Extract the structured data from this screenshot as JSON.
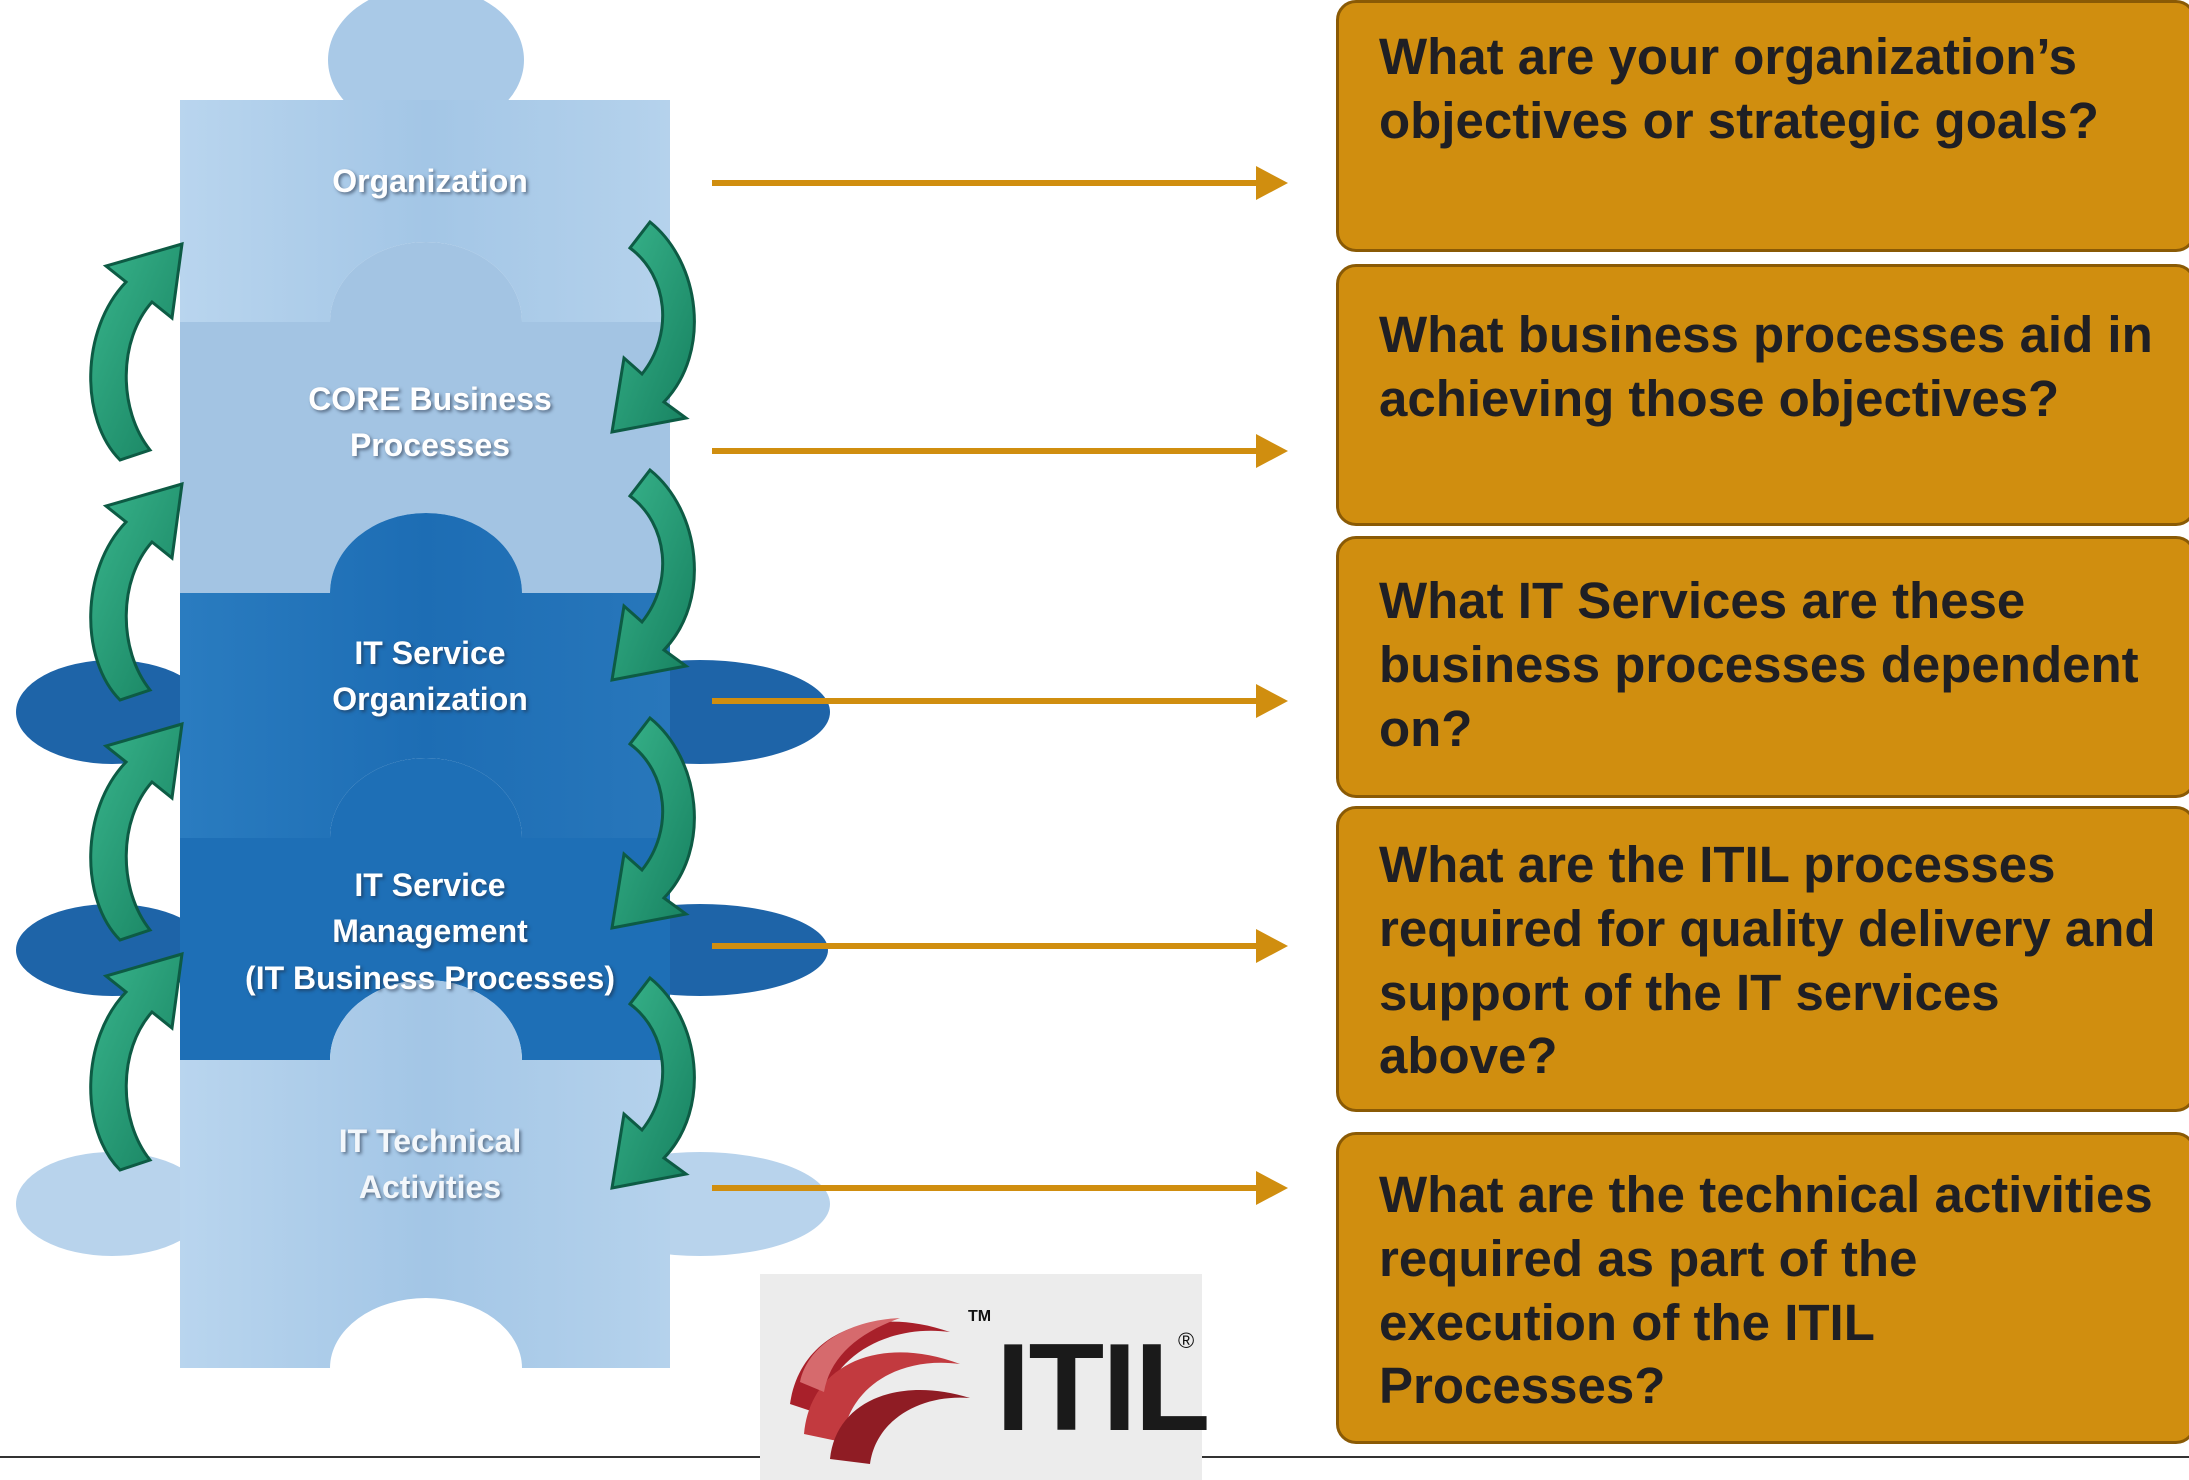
{
  "puzzle": {
    "pieces": [
      {
        "label": "Organization"
      },
      {
        "label": "CORE Business\nProcesses"
      },
      {
        "label": "IT Service\nOrganization"
      },
      {
        "label": "IT Service\nManagement\n(IT Business Processes)"
      },
      {
        "label": "IT Technical\nActivities"
      }
    ]
  },
  "questions": [
    {
      "text": "What are your organization’s objectives or strategic goals?"
    },
    {
      "text": "What business processes aid in achieving those objectives?"
    },
    {
      "text": "What IT Services are these business processes dependent on?"
    },
    {
      "text": "What are the ITIL processes required for quality delivery and support of the IT services above?"
    },
    {
      "text": "What are the technical activities required as part of the execution of the ITIL Processes?"
    }
  ],
  "logo": {
    "word": "ITIL",
    "tm": "TM",
    "reg": "®"
  },
  "colors": {
    "light_piece": "#a7c8e6",
    "mid_piece": "#8db7de",
    "dark_piece": "#1f6fb5",
    "ellipse": "#1e64a8",
    "cycle_arrow": "#2aa07a",
    "pointer_arrow": "#d08e0f",
    "question_box": "#d08e0f"
  }
}
